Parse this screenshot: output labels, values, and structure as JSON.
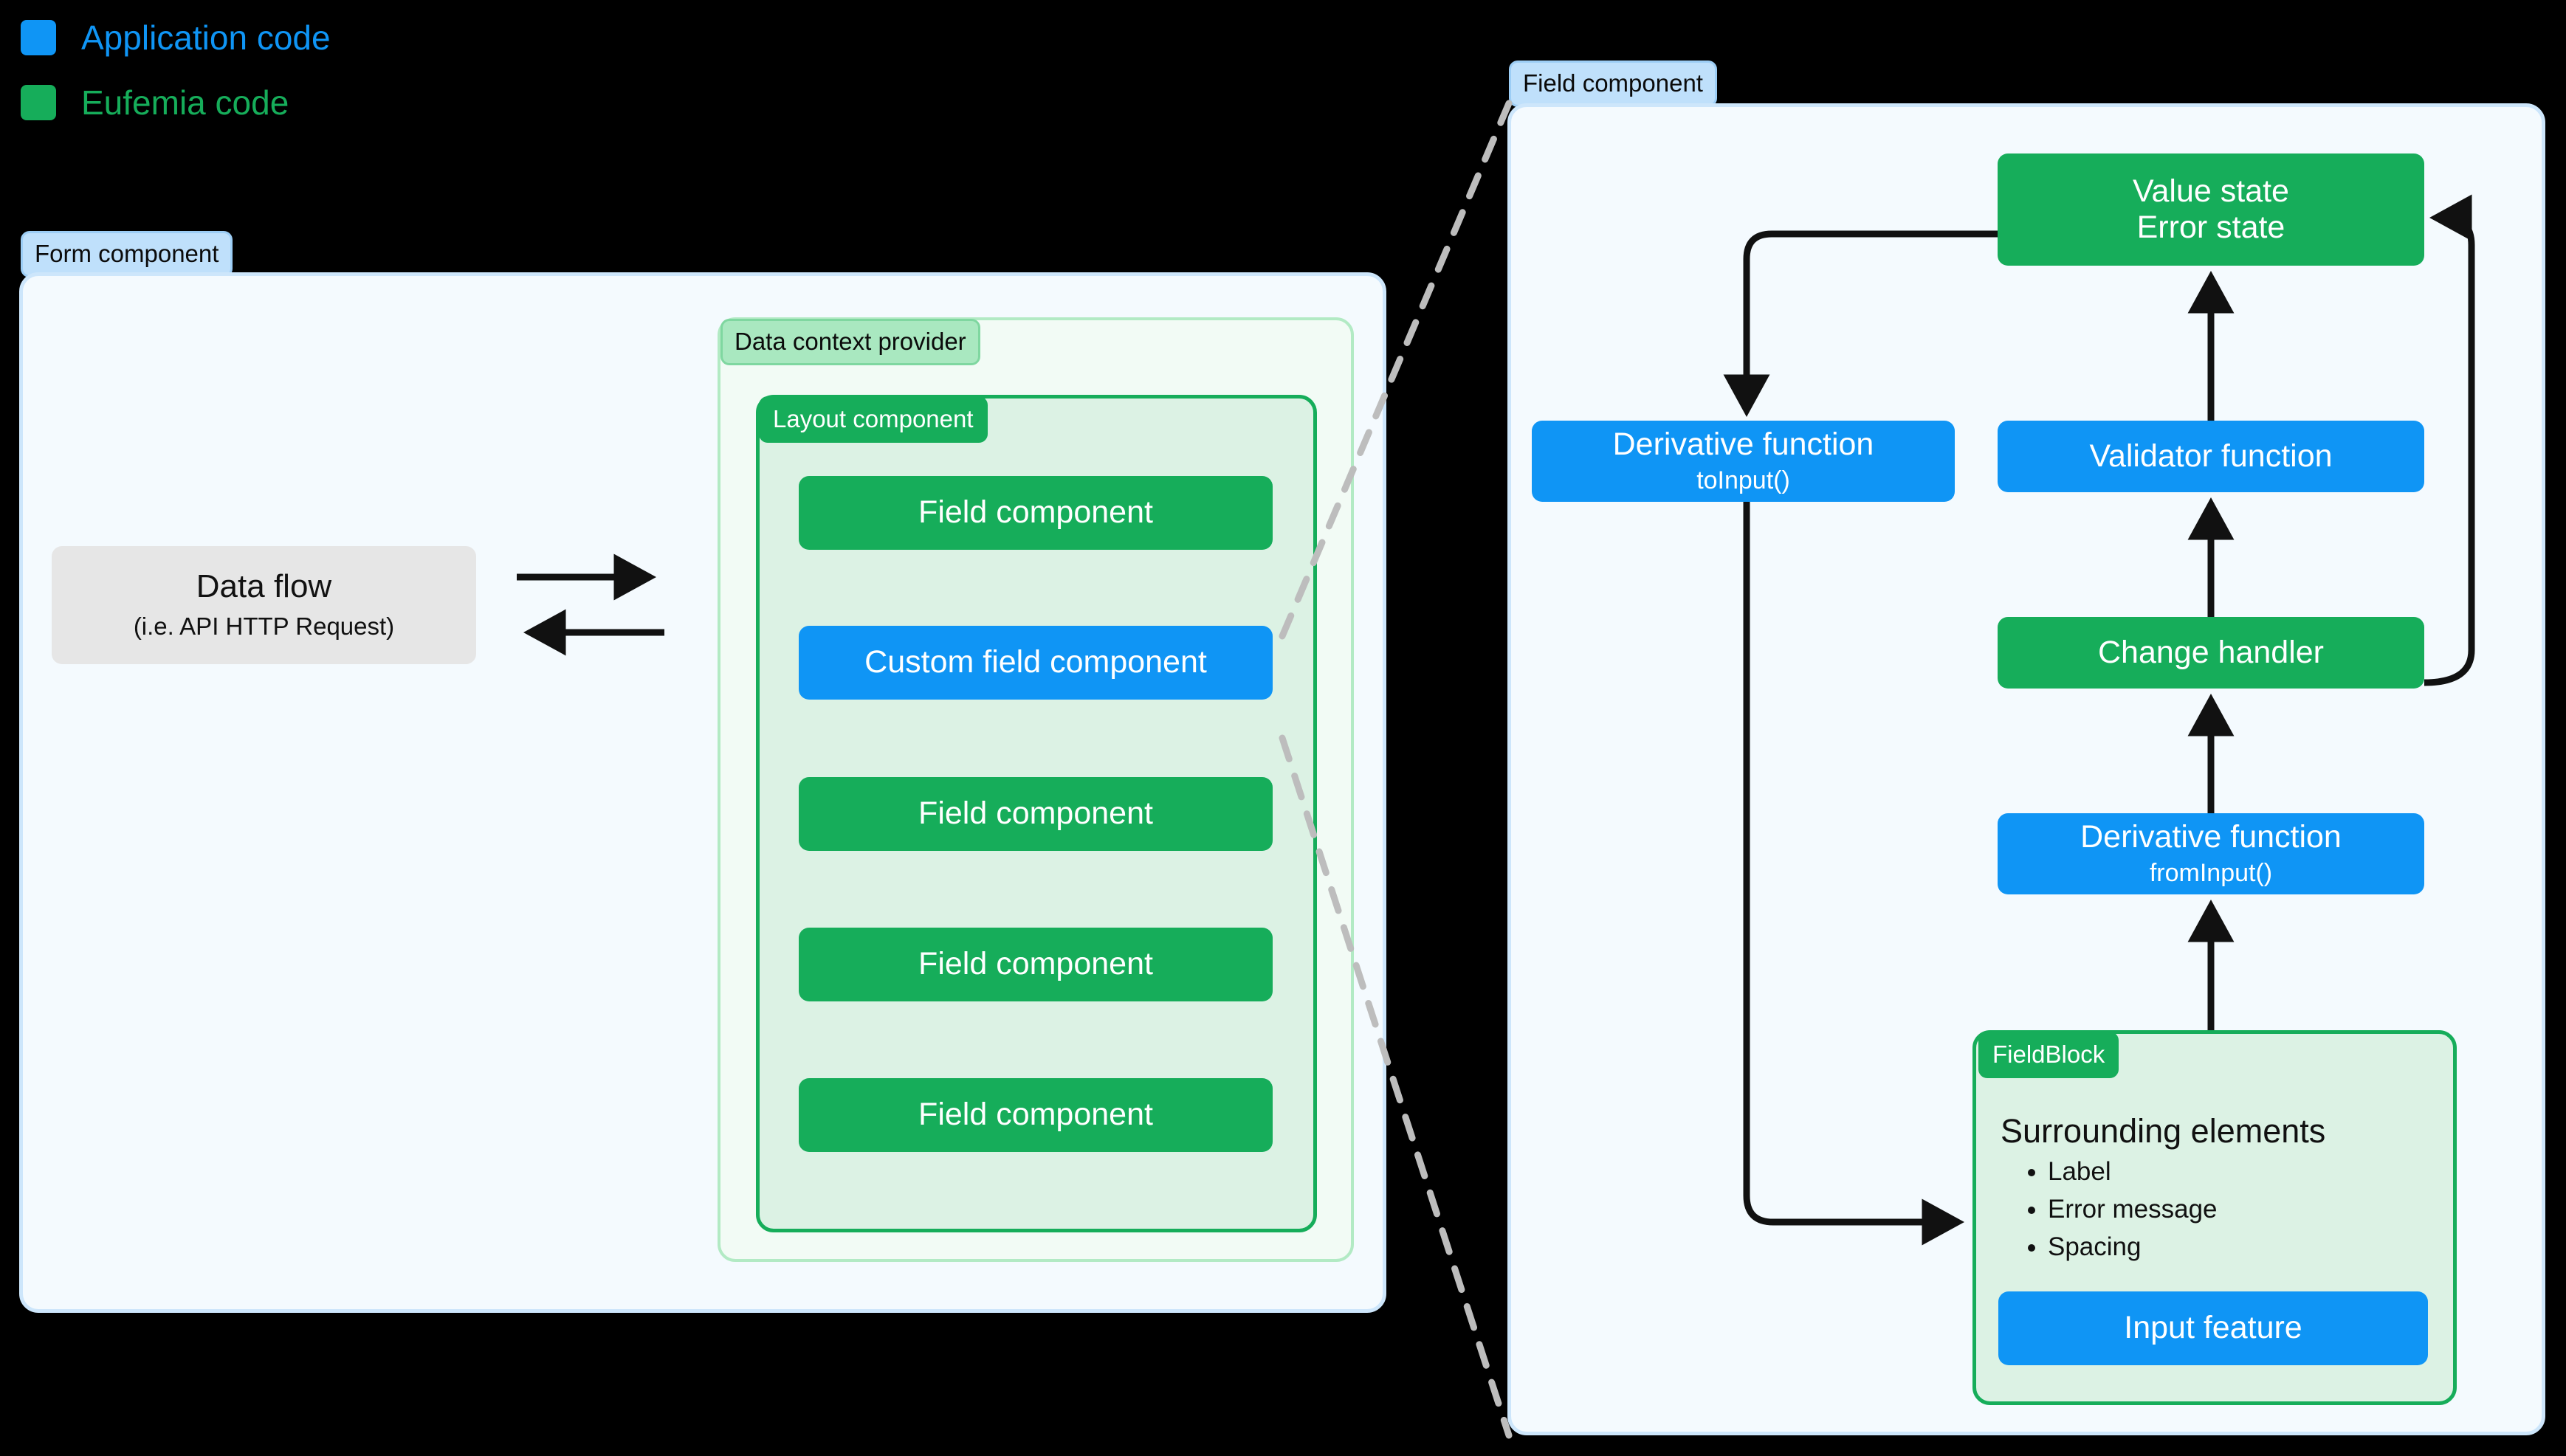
{
  "legend": {
    "items": [
      {
        "label": "Application code",
        "color": "#0F95F5",
        "icon": "blue-square-swatch"
      },
      {
        "label": "Eufemia code",
        "color": "#16AD5A",
        "icon": "green-square-swatch"
      }
    ]
  },
  "form_panel": {
    "tag": "Form component",
    "data_flow": {
      "title": "Data flow",
      "subtitle": "(i.e. API HTTP Request)"
    },
    "arrows": {
      "outgoing": "arrow-right",
      "incoming": "arrow-left"
    },
    "data_context_provider": {
      "tag": "Data context provider",
      "layout_component": {
        "tag": "Layout component",
        "fields": [
          {
            "label": "Field component",
            "kind": "eufemia"
          },
          {
            "label": "Custom field component",
            "kind": "application"
          },
          {
            "label": "Field component",
            "kind": "eufemia"
          },
          {
            "label": "Field component",
            "kind": "eufemia"
          },
          {
            "label": "Field component",
            "kind": "eufemia"
          }
        ]
      }
    }
  },
  "field_panel": {
    "tag": "Field component",
    "nodes": {
      "value_state": {
        "line1": "Value state",
        "line2": "Error state",
        "kind": "eufemia"
      },
      "to_input": {
        "line1": "Derivative function",
        "line2": "toInput()",
        "kind": "application"
      },
      "validator": {
        "line1": "Validator function",
        "kind": "application"
      },
      "change_handler": {
        "line1": "Change handler",
        "kind": "eufemia"
      },
      "from_input": {
        "line1": "Derivative function",
        "line2": "fromInput()",
        "kind": "application"
      }
    },
    "field_block": {
      "tag": "FieldBlock",
      "heading": "Surrounding elements",
      "items": [
        "Label",
        "Error message",
        "Spacing"
      ],
      "input_feature": {
        "label": "Input feature",
        "kind": "application"
      }
    }
  },
  "colors": {
    "application": "#0F95F5",
    "eufemia": "#16AD5A",
    "panel_blue_bg": "#F4FAFE",
    "panel_blue_border": "#CDE6FB",
    "panel_green_light_bg": "#F2FBF5",
    "panel_green_bg": "#DCF2E4",
    "data_flow_bg": "#E6E6E6",
    "connector": "#111111",
    "zoom_line": "#BDBDBD",
    "background": "#000000"
  }
}
